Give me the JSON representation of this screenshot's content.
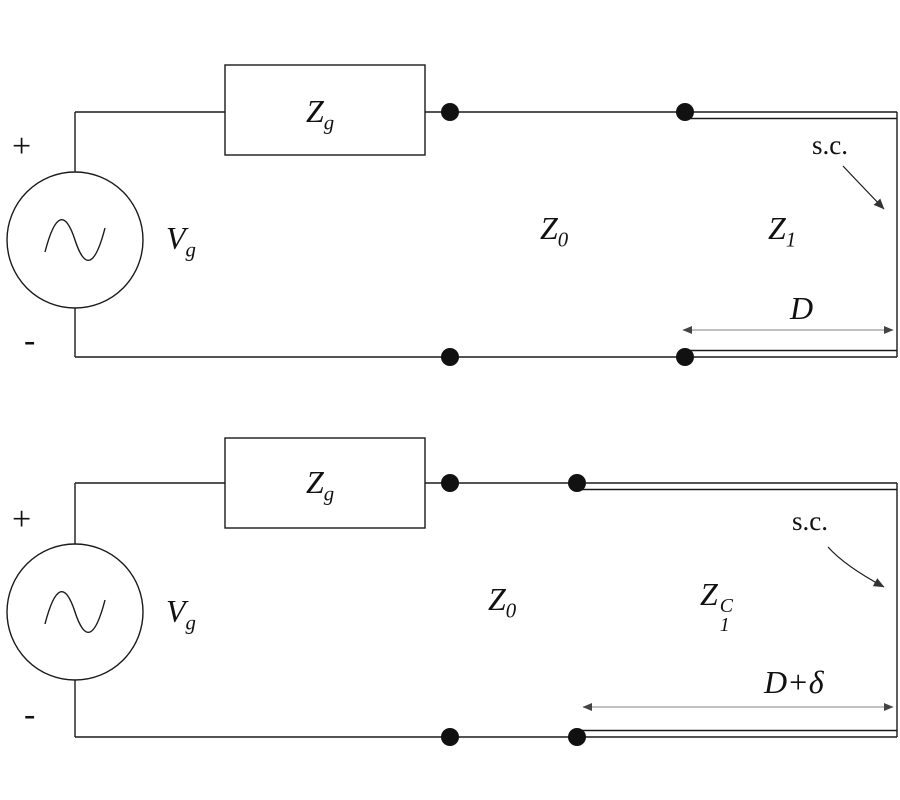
{
  "colors": {
    "line": "#1a1a1a",
    "dimension": "#9a9a9a",
    "background": "#ffffff"
  },
  "top": {
    "plus": "+",
    "minus": "-",
    "source": {
      "base": "V",
      "sub": "g"
    },
    "generator_impedance": {
      "base": "Z",
      "sub": "g"
    },
    "line_impedance": {
      "base": "Z",
      "sub": "0"
    },
    "stub_impedance": {
      "base": "Z",
      "sub": "1"
    },
    "short_circuit_label": "s.c.",
    "distance_label": "D"
  },
  "bottom": {
    "plus": "+",
    "minus": "-",
    "source": {
      "base": "V",
      "sub": "g"
    },
    "generator_impedance": {
      "base": "Z",
      "sub": "g"
    },
    "line_impedance": {
      "base": "Z",
      "sub": "0"
    },
    "stub_impedance": {
      "base": "Z",
      "sub": "1",
      "sup": "C"
    },
    "short_circuit_label": "s.c.",
    "distance_label": "D+δ"
  }
}
